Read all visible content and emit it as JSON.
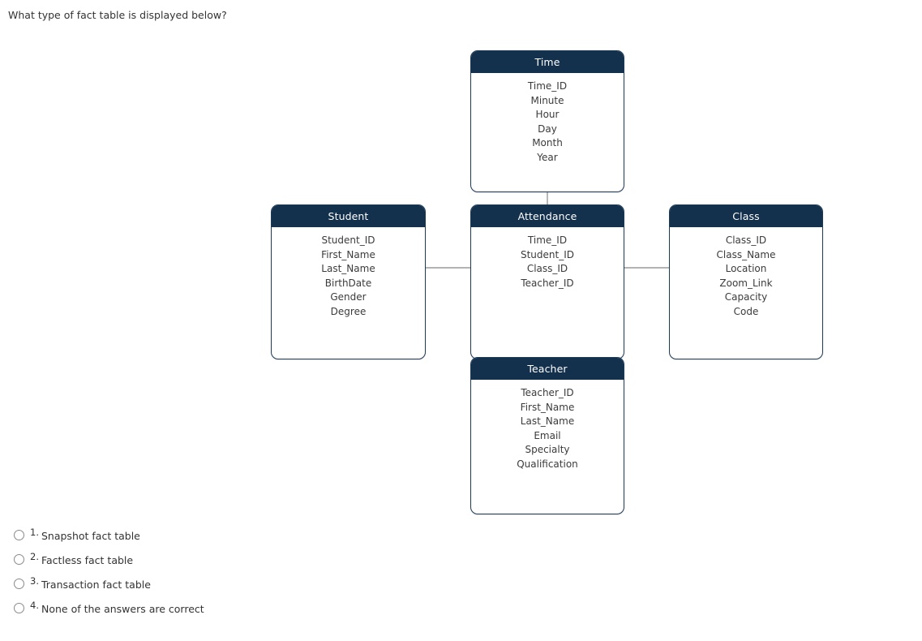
{
  "question": {
    "prompt": "What type of fact table is displayed below?"
  },
  "diagram": {
    "type": "star-schema-er-diagram",
    "entities": [
      {
        "id": "time",
        "title": "Time",
        "fields": [
          "Time_ID",
          "Minute",
          "Hour",
          "Day",
          "Month",
          "Year"
        ]
      },
      {
        "id": "student",
        "title": "Student",
        "fields": [
          "Student_ID",
          "First_Name",
          "Last_Name",
          "BirthDate",
          "Gender",
          "Degree"
        ]
      },
      {
        "id": "attendance",
        "title": "Attendance",
        "fields": [
          "Time_ID",
          "Student_ID",
          "Class_ID",
          "Teacher_ID"
        ]
      },
      {
        "id": "class",
        "title": "Class",
        "fields": [
          "Class_ID",
          "Class_Name",
          "Location",
          "Zoom_Link",
          "Capacity",
          "Code"
        ]
      },
      {
        "id": "teacher",
        "title": "Teacher",
        "fields": [
          "Teacher_ID",
          "First_Name",
          "Last_Name",
          "Email",
          "Specialty",
          "Qualification"
        ]
      }
    ],
    "relationships": [
      {
        "from": "time",
        "to": "attendance"
      },
      {
        "from": "student",
        "to": "attendance"
      },
      {
        "from": "class",
        "to": "attendance"
      },
      {
        "from": "teacher",
        "to": "attendance"
      }
    ],
    "colors": {
      "header_fill": "#13304c",
      "header_text": "#ffffff",
      "box_border": "#1d3a56",
      "box_fill": "#ffffff",
      "field_text": "#3b3b3b",
      "connector": "#9a9a9a"
    }
  },
  "answers": {
    "options": [
      {
        "number": "1.",
        "label": "Snapshot fact table",
        "selected": false
      },
      {
        "number": "2.",
        "label": "Factless fact table",
        "selected": false
      },
      {
        "number": "3.",
        "label": "Transaction fact table",
        "selected": false
      },
      {
        "number": "4.",
        "label": "None of the answers are correct",
        "selected": false
      }
    ]
  }
}
